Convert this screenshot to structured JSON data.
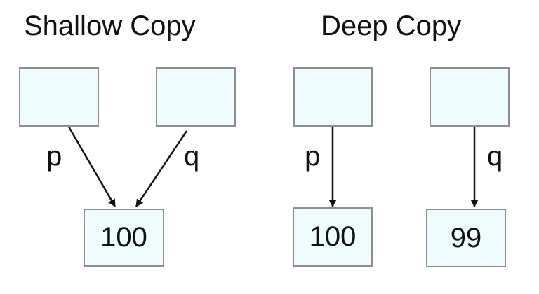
{
  "titles": {
    "shallow": "Shallow Copy",
    "deep": "Deep Copy"
  },
  "shallow": {
    "pointer_p_label": "p",
    "pointer_q_label": "q",
    "shared_value": "100"
  },
  "deep": {
    "pointer_p_label": "p",
    "pointer_q_label": "q",
    "value_p": "100",
    "value_q": "99"
  },
  "colors": {
    "box_fill": "#eefcfd",
    "box_border": "#8e8e8e",
    "arrow": "#111111"
  }
}
